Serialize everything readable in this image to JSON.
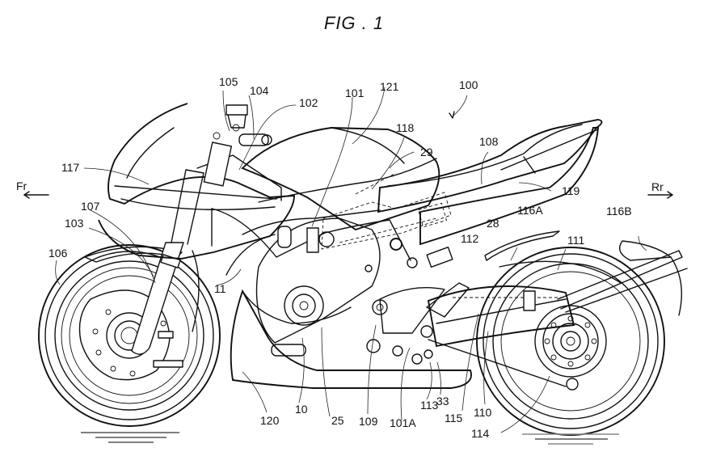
{
  "figure": {
    "title": "FIG . 1",
    "subject": "motorcycle side view (patent drawing)"
  },
  "directions": {
    "front": "Fr",
    "rear": "Rr"
  },
  "reference_labels": [
    {
      "id": "100",
      "text": "100"
    },
    {
      "id": "101",
      "text": "101"
    },
    {
      "id": "101A",
      "text": "101A"
    },
    {
      "id": "102",
      "text": "102"
    },
    {
      "id": "103",
      "text": "103"
    },
    {
      "id": "104",
      "text": "104"
    },
    {
      "id": "105",
      "text": "105"
    },
    {
      "id": "106",
      "text": "106"
    },
    {
      "id": "107",
      "text": "107"
    },
    {
      "id": "108",
      "text": "108"
    },
    {
      "id": "109",
      "text": "109"
    },
    {
      "id": "110",
      "text": "110"
    },
    {
      "id": "111",
      "text": "111"
    },
    {
      "id": "112",
      "text": "112"
    },
    {
      "id": "113",
      "text": "113"
    },
    {
      "id": "114",
      "text": "114"
    },
    {
      "id": "115",
      "text": "115"
    },
    {
      "id": "116A",
      "text": "116A"
    },
    {
      "id": "116B",
      "text": "116B"
    },
    {
      "id": "117",
      "text": "117"
    },
    {
      "id": "118",
      "text": "118"
    },
    {
      "id": "119",
      "text": "119"
    },
    {
      "id": "120",
      "text": "120"
    },
    {
      "id": "121",
      "text": "121"
    },
    {
      "id": "10",
      "text": "10"
    },
    {
      "id": "11",
      "text": "11"
    },
    {
      "id": "25",
      "text": "25"
    },
    {
      "id": "28",
      "text": "28"
    },
    {
      "id": "29",
      "text": "29"
    },
    {
      "id": "33",
      "text": "33"
    }
  ]
}
